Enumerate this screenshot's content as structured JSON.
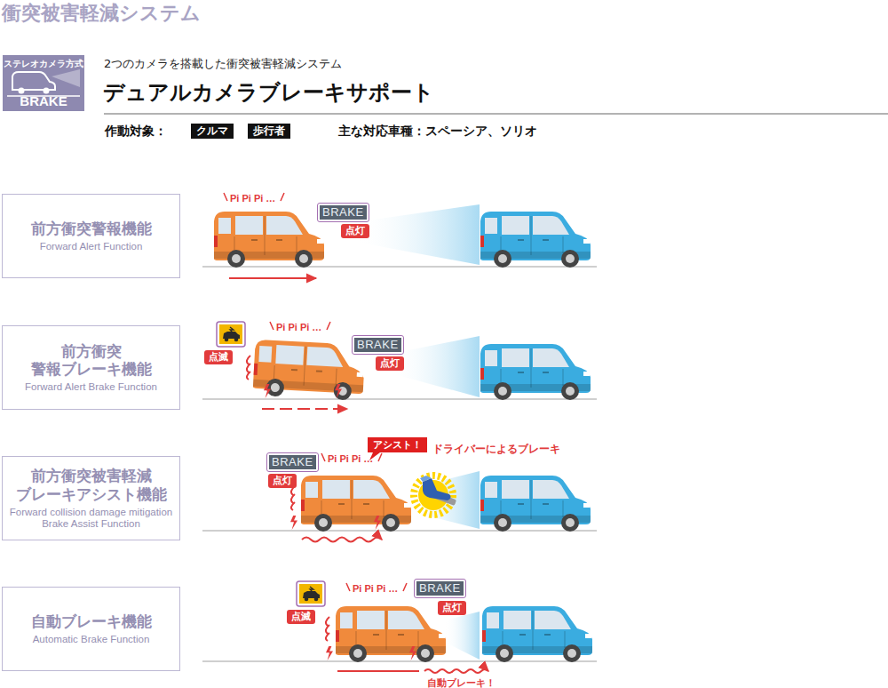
{
  "diagram": {
    "title": "衝突被害軽減システム",
    "nodes": [
      {
        "text": [
          "ステレオカメラ方式",
          "BRAKE"
        ]
      },
      {
        "text": [
          "クルマ"
        ]
      },
      {
        "text": [
          "歩行者"
        ]
      },
      {
        "text": [
          "前方衝突警報機能",
          "Forward Alert Function"
        ]
      },
      {
        "text": [
          "BRAKE"
        ]
      },
      {
        "text": [
          "点灯"
        ]
      },
      {
        "text": [
          "前方衝突 警報ブレーキ機能",
          "Forward Alert Brake Function"
        ]
      },
      {
        "text": [
          "点滅"
        ]
      },
      {
        "text": [
          "BRAKE"
        ]
      },
      {
        "text": [
          "点灯"
        ]
      },
      {
        "text": [
          "前方衝突被害軽減 ブレーキアシスト機能",
          "Forward collision damage mitigation Brake Assist Function"
        ]
      },
      {
        "text": [
          "BRAKE"
        ]
      },
      {
        "text": [
          "点灯"
        ]
      },
      {
        "text": [
          "アシスト！"
        ]
      },
      {
        "text": [
          "自動ブレーキ機能",
          "Automatic Brake Function"
        ]
      },
      {
        "text": [
          "点滅"
        ]
      },
      {
        "text": [
          "BRAKE"
        ]
      },
      {
        "text": [
          "点灯"
        ]
      }
    ],
    "labels": [
      "2つのカメラを搭載した衝突被害軽減システム",
      "デュアルカメラブレーキサポート",
      "作動対象：",
      "主な対応車種：スペーシア、ソリオ",
      "Pi Pi Pi …",
      "Pi Pi Pi …",
      "Pi Pi Pi …",
      "ドライバーによるブレーキ",
      "Pi Pi Pi …",
      "自動ブレーキ！"
    ]
  }
}
